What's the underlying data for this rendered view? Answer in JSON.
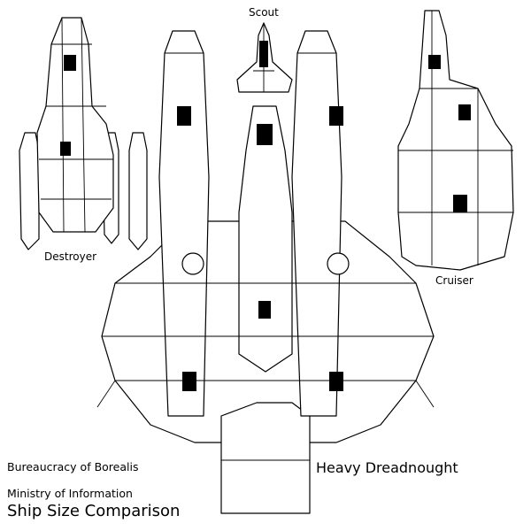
{
  "labels": {
    "scout": "Scout",
    "destroyer": "Destroyer",
    "cruiser": "Cruiser",
    "dreadnought": "Heavy Dreadnought"
  },
  "footer": {
    "organization": "Bureaucracy of Borealis",
    "ministry": "Ministry of Information",
    "title": "Ship Size Comparison"
  },
  "colors": {
    "line": "#000000",
    "background": "#ffffff"
  }
}
